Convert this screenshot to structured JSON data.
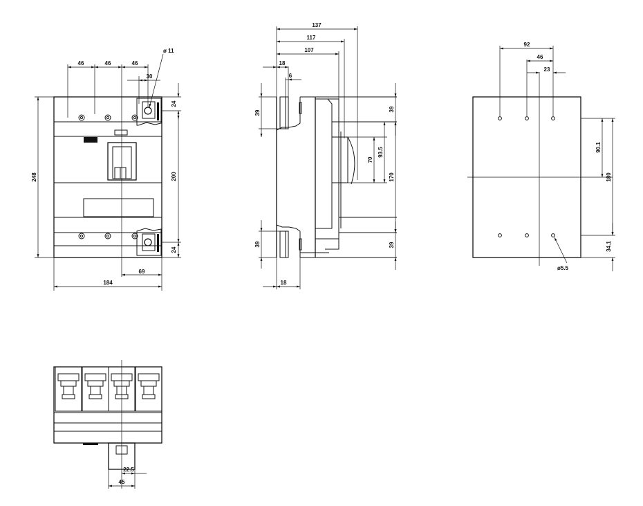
{
  "front_view": {
    "dims": [
      "46",
      "46",
      "46",
      "30",
      "ø 11",
      "24",
      "248",
      "200",
      "24",
      "69",
      "184"
    ]
  },
  "side_view": {
    "dims": [
      "137",
      "117",
      "107",
      "18",
      "6",
      "39",
      "39",
      "93.5",
      "70",
      "170",
      "39",
      "39",
      "18"
    ]
  },
  "rear_view": {
    "dims": [
      "92",
      "46",
      "23",
      "90.1",
      "180",
      "34.1",
      "ø5.5"
    ]
  },
  "bottom_view": {
    "dims": [
      "22.5",
      "45"
    ]
  }
}
